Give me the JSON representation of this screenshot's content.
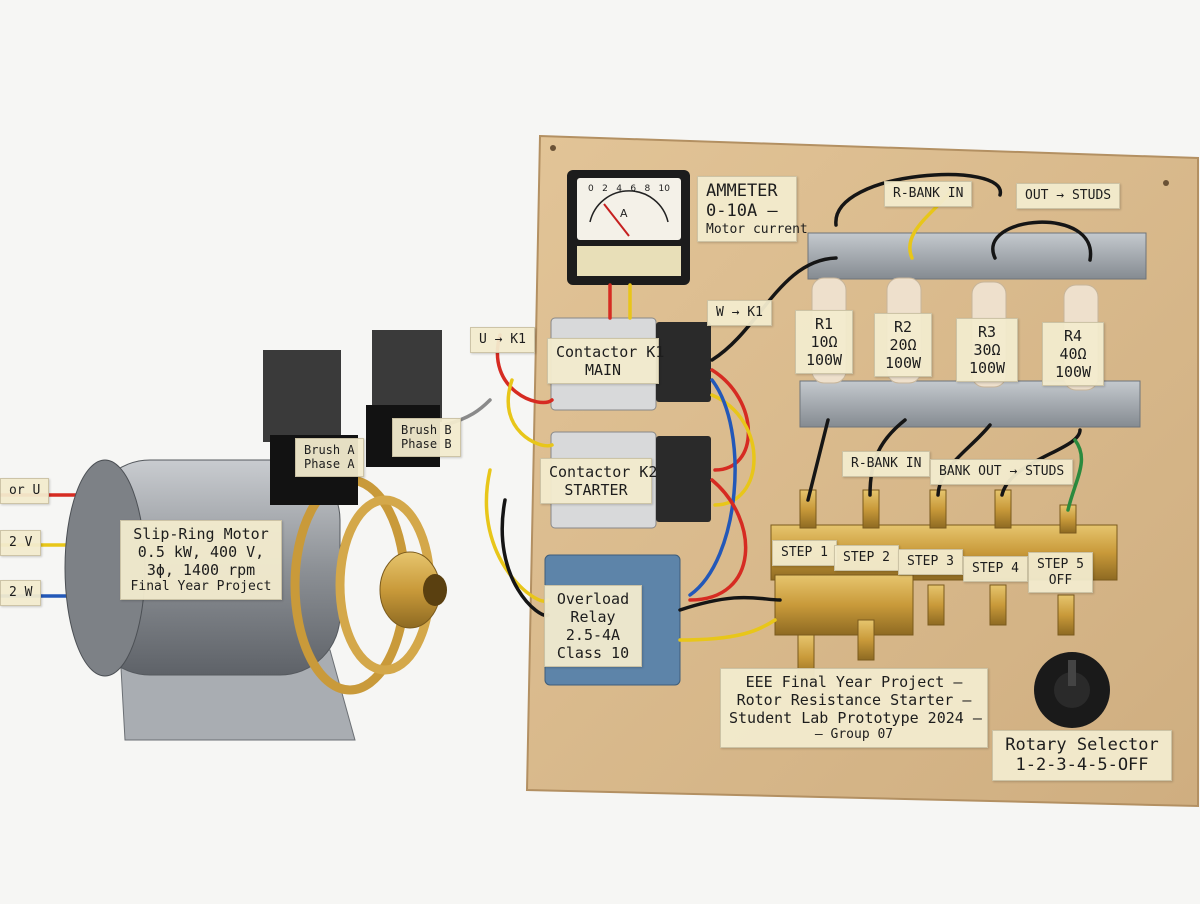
{
  "labels": {
    "ammeter": [
      "AMMETER",
      "0-10A —",
      "Motor current"
    ],
    "rbank_in_top": "R-BANK IN",
    "out_studs_top": "OUT → STUDS",
    "u_to_k1": "U → K1",
    "w_to_k1": "W → K1",
    "contactor_k1": [
      "Contactor K1",
      "MAIN"
    ],
    "contactor_k2": [
      "Contactor K2",
      "STARTER"
    ],
    "overload_relay": [
      "Overload",
      "Relay",
      "2.5-4A",
      "Class 10"
    ],
    "brush_a": [
      "Brush A",
      "Phase A"
    ],
    "brush_b": [
      "Brush B",
      "Phase B"
    ],
    "motor": [
      "Slip-Ring Motor",
      "0.5 kW, 400 V,",
      "3ϕ, 1400 rpm",
      "Final Year Project"
    ],
    "wire_u": "or U",
    "wire_v": "2 V",
    "wire_w": "2 W",
    "resistors": [
      {
        "name": "R1",
        "ohms": "10Ω",
        "watts": "100W"
      },
      {
        "name": "R2",
        "ohms": "20Ω",
        "watts": "100W"
      },
      {
        "name": "R3",
        "ohms": "30Ω",
        "watts": "100W"
      },
      {
        "name": "R4",
        "ohms": "40Ω",
        "watts": "100W"
      }
    ],
    "rbank_in_mid": "R-BANK IN",
    "bank_out_mid": "BANK OUT → STUDS",
    "steps": [
      "STEP 1",
      "STEP 2",
      "STEP 3",
      "STEP 4",
      "STEP 5"
    ],
    "step5_sub": "OFF",
    "project": [
      "EEE Final Year Project —",
      "Rotor Resistance Starter —",
      "Student Lab Prototype 2024 —",
      "— Group 07"
    ],
    "selector": [
      "Rotary Selector",
      "1-2-3-4-5-OFF"
    ],
    "meter_scale": [
      "0",
      "2",
      "4",
      "6",
      "8",
      "10"
    ],
    "meter_unit": "A"
  },
  "colors": {
    "board": "#d9b98c",
    "tape": "#f2ebcd",
    "wire_red": "#d62b22",
    "wire_yellow": "#e8c619",
    "wire_blue": "#2358b8",
    "wire_black": "#151515",
    "wire_green": "#2b8a3e",
    "brass": "#c99a3a",
    "din_rail": "#9ea4aa"
  }
}
